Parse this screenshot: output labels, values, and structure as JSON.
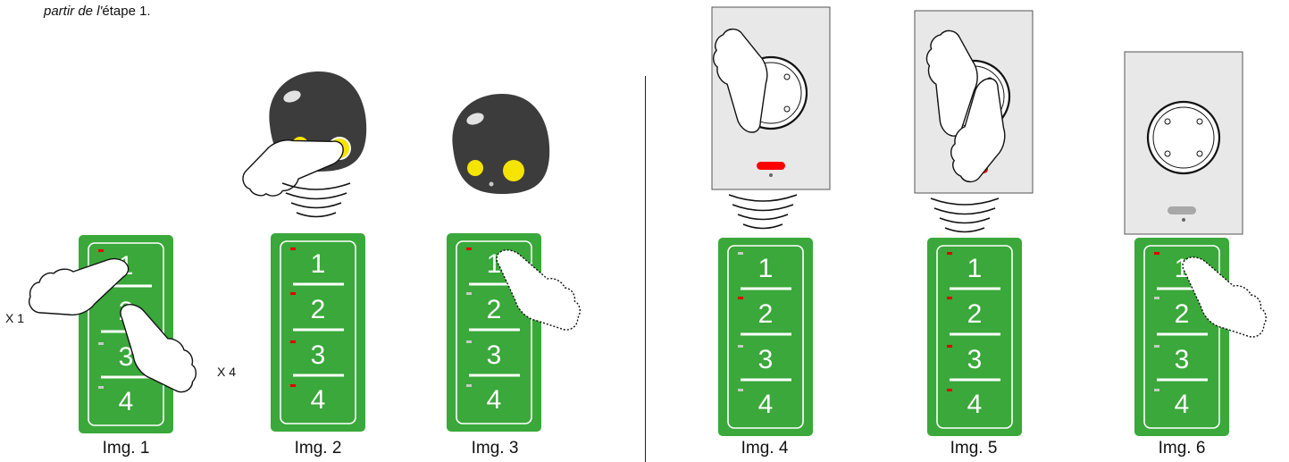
{
  "intro": {
    "prefix": "partir de l'",
    "suffix": "étape 1."
  },
  "keypad": {
    "digits": [
      "1",
      "2",
      "3",
      "4"
    ]
  },
  "multipliers": {
    "first": "X 1",
    "second": "X 4"
  },
  "captions": [
    "Img. 1",
    "Img. 2",
    "Img. 3",
    "Img. 4",
    "Img. 5",
    "Img. 6"
  ],
  "colors": {
    "keypad_green": "#3aa83a",
    "remote_body": "#3c3c3c",
    "remote_button": "#f5e400",
    "led_red": "#e00000",
    "led_grey": "#c8c8c8",
    "receiver_panel": "#e8e8e8"
  }
}
